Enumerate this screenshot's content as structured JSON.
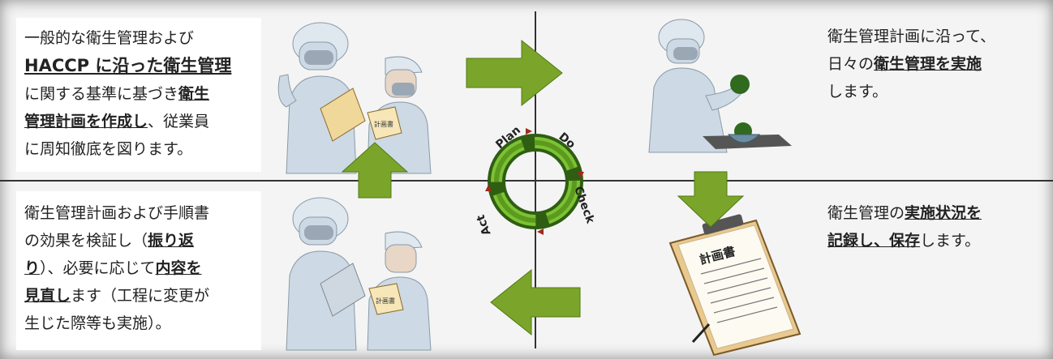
{
  "plan": {
    "text_1": "一般的な衛生管理および",
    "bold_1": "HACCP に沿った衛生管理",
    "text_2": "に関する基準に基づき",
    "bold_2a": "衛生",
    "bold_2b": "管理計画を作成し",
    "text_3": "、従業員",
    "text_4": "に周知徹底を図ります。"
  },
  "do": {
    "text_1": "衛生管理計画に沿って、",
    "text_2": "日々の",
    "bold_1": "衛生管理を実施",
    "text_3": "します。"
  },
  "act": {
    "text_1": "衛生管理計画および手順書",
    "text_2": "の効果を検証し（",
    "bold_1a": "振り返",
    "bold_1b": "り",
    "text_3": "）、必要に応じて",
    "bold_2a": "内容を",
    "bold_2b": "見直し",
    "text_4": "ます（工程に変更が",
    "text_5": "生じた際等も実施）。"
  },
  "check": {
    "text_1": "衛生管理の",
    "bold_1a": "実施状況を",
    "bold_1b": "記録し、保存",
    "text_2": "します。"
  },
  "cycle": {
    "plan": "Plan",
    "do": "Do",
    "check": "Check",
    "act": "Act"
  },
  "documents": {
    "clipboard_top": "計画書",
    "clipboard_bottom": "計画書",
    "big_document": "計画書"
  },
  "colors": {
    "arrow_green": "#7aa52a",
    "cycle_green": "#5c9a1e",
    "cycle_dark": "#2f5e12",
    "suit": "#cdd9e4"
  },
  "icons": [
    "arrow-right-icon",
    "arrow-down-icon",
    "arrow-left-icon",
    "arrow-up-icon",
    "cycle-ring-icon",
    "worker-icon",
    "clipboard-icon",
    "document-icon",
    "bowl-icon"
  ]
}
